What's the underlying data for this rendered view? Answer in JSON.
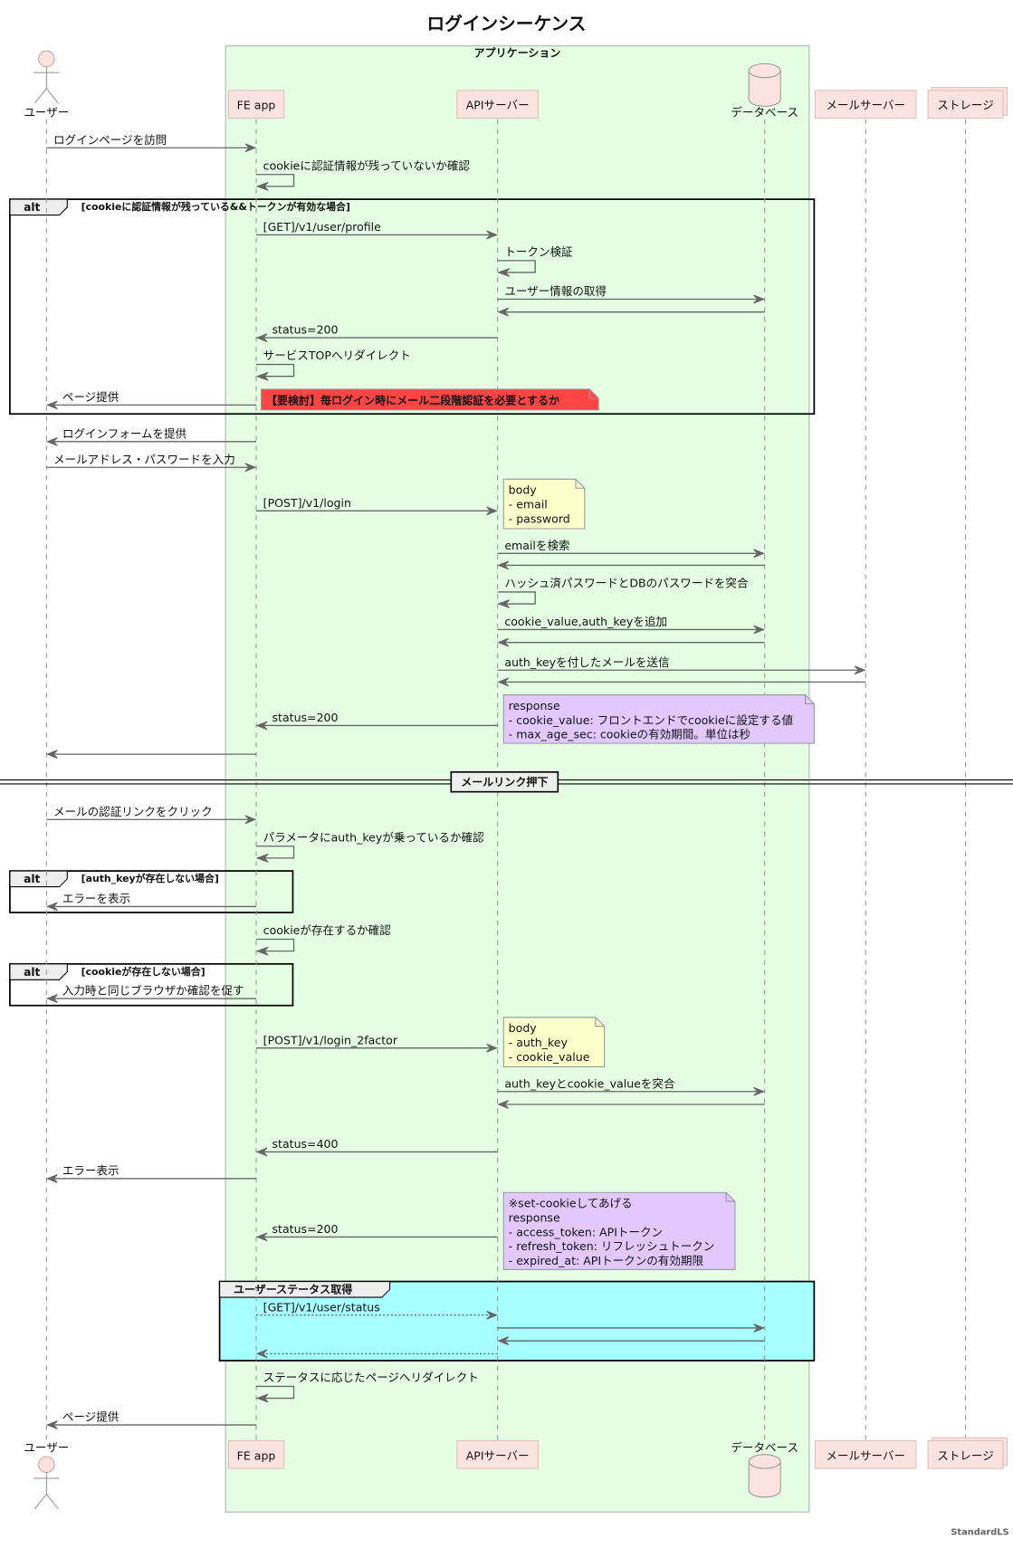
{
  "title": "ログインシーケンス",
  "box_title": "アプリケーション",
  "footer": "StandardLS",
  "participants": [
    {
      "id": "user",
      "label": "ユーザー",
      "kind": "actor"
    },
    {
      "id": "fe",
      "label": "FE app",
      "kind": "participant"
    },
    {
      "id": "api",
      "label": "APIサーバー",
      "kind": "participant"
    },
    {
      "id": "db",
      "label": "データベース",
      "kind": "database"
    },
    {
      "id": "mail",
      "label": "メールサーバー",
      "kind": "participant"
    },
    {
      "id": "storage",
      "label": "ストレージ",
      "kind": "collections"
    }
  ],
  "messages": [
    {
      "from": "user",
      "to": "fe",
      "text": "ログインページを訪問"
    },
    {
      "from": "fe",
      "to": "fe",
      "text": "cookieに認証情報が残っていないか確認"
    },
    {
      "from": "fe",
      "to": "api",
      "text": "[GET]/v1/user/profile"
    },
    {
      "from": "api",
      "to": "api",
      "text": "トークン検証"
    },
    {
      "from": "api",
      "to": "db",
      "text": "ユーザー情報の取得"
    },
    {
      "from": "db",
      "to": "api",
      "text": ""
    },
    {
      "from": "api",
      "to": "fe",
      "text": "status=200"
    },
    {
      "from": "fe",
      "to": "fe",
      "text": "サービスTOPへリダイレクト"
    },
    {
      "from": "fe",
      "to": "user",
      "text": "ページ提供"
    },
    {
      "from": "fe",
      "to": "user",
      "text": "ログインフォームを提供"
    },
    {
      "from": "user",
      "to": "fe",
      "text": "メールアドレス・パスワードを入力"
    },
    {
      "from": "fe",
      "to": "api",
      "text": "[POST]/v1/login"
    },
    {
      "from": "api",
      "to": "db",
      "text": "emailを検索"
    },
    {
      "from": "db",
      "to": "api",
      "text": ""
    },
    {
      "from": "api",
      "to": "api",
      "text": "ハッシュ済パスワードとDBのパスワードを突合"
    },
    {
      "from": "api",
      "to": "db",
      "text": "cookie_value,auth_keyを追加"
    },
    {
      "from": "db",
      "to": "api",
      "text": ""
    },
    {
      "from": "api",
      "to": "mail",
      "text": "auth_keyを付したメールを送信"
    },
    {
      "from": "mail",
      "to": "api",
      "text": ""
    },
    {
      "from": "api",
      "to": "fe",
      "text": "status=200"
    },
    {
      "from": "fe",
      "to": "user",
      "text": ""
    },
    {
      "from": "user",
      "to": "fe",
      "text": "メールの認証リンクをクリック"
    },
    {
      "from": "fe",
      "to": "fe",
      "text": "パラメータにauth_keyが乗っているか確認"
    },
    {
      "from": "fe",
      "to": "user",
      "text": "エラーを表示"
    },
    {
      "from": "fe",
      "to": "fe",
      "text": "cookieが存在するか確認"
    },
    {
      "from": "fe",
      "to": "user",
      "text": "入力時と同じブラウザか確認を促す"
    },
    {
      "from": "fe",
      "to": "api",
      "text": "[POST]/v1/login_2factor"
    },
    {
      "from": "api",
      "to": "db",
      "text": "auth_keyとcookie_valueを突合"
    },
    {
      "from": "db",
      "to": "api",
      "text": ""
    },
    {
      "from": "api",
      "to": "fe",
      "text": "status=400"
    },
    {
      "from": "fe",
      "to": "user",
      "text": "エラー表示"
    },
    {
      "from": "api",
      "to": "fe",
      "text": "status=200"
    },
    {
      "from": "fe",
      "to": "api",
      "text": "[GET]/v1/user/status",
      "dashed": true
    },
    {
      "from": "api",
      "to": "db",
      "text": ""
    },
    {
      "from": "db",
      "to": "api",
      "text": ""
    },
    {
      "from": "api",
      "to": "fe",
      "text": "",
      "dashed": true
    },
    {
      "from": "fe",
      "to": "fe",
      "text": "ステータスに応じたページへリダイレクト"
    },
    {
      "from": "fe",
      "to": "user",
      "text": "ページ提供"
    }
  ],
  "notes": [
    {
      "color": "#ff4444",
      "bold": true,
      "lines": [
        "【要検討】毎ログイン時にメール二段階認証を必要とするか"
      ]
    },
    {
      "color": "#ffffcc",
      "lines": [
        "body",
        "- email",
        "- password"
      ]
    },
    {
      "color": "#e2c8ff",
      "lines": [
        "response",
        "- cookie_value: フロントエンドでcookieに設定する値",
        "- max_age_sec: cookieの有効期間。単位は秒"
      ]
    },
    {
      "color": "#ffffcc",
      "lines": [
        "body",
        "- auth_key",
        "- cookie_value"
      ]
    },
    {
      "color": "#e2c8ff",
      "lines": [
        "※set-cookieしてあげる",
        "response",
        "- access_token: APIトークン",
        "- refresh_token: リフレッシュトークン",
        "- expired_at: APIトークンの有効期限"
      ]
    }
  ],
  "fragments": [
    {
      "kind": "alt",
      "condition": "[cookieに認証情報が残っている&&トークンが有効な場合]"
    },
    {
      "kind": "alt",
      "condition": "[auth_keyが存在しない場合]"
    },
    {
      "kind": "alt",
      "condition": "[cookieが存在しない場合]"
    },
    {
      "kind": "group",
      "label": "ユーザーステータス取得",
      "color": "#a8ffff"
    }
  ],
  "divider": "メールリンク押下",
  "colors": {
    "box_bg": "#e5ffe5",
    "participant_bg": "#fde3df"
  }
}
